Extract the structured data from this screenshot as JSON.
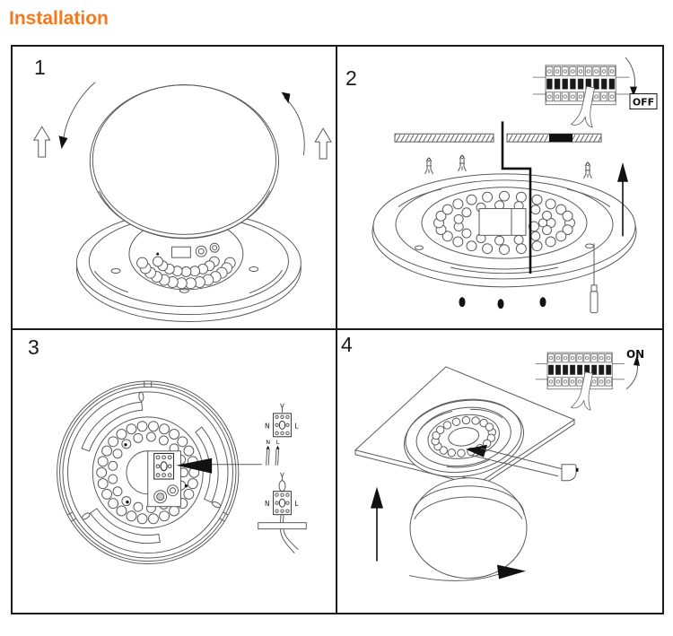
{
  "title": "Installation",
  "colors": {
    "accent": "#F47920",
    "line": "#5a5a5a",
    "ink": "#111111"
  },
  "steps": [
    {
      "number": "1"
    },
    {
      "number": "2",
      "breaker_label": "OFF"
    },
    {
      "number": "3",
      "wago_top": {
        "left": "N",
        "right": "L"
      },
      "wires": {
        "left": "N",
        "right": "L"
      },
      "wago_bottom": {
        "left": "N",
        "right": "L"
      }
    },
    {
      "number": "4",
      "breaker_label": "ON"
    }
  ]
}
